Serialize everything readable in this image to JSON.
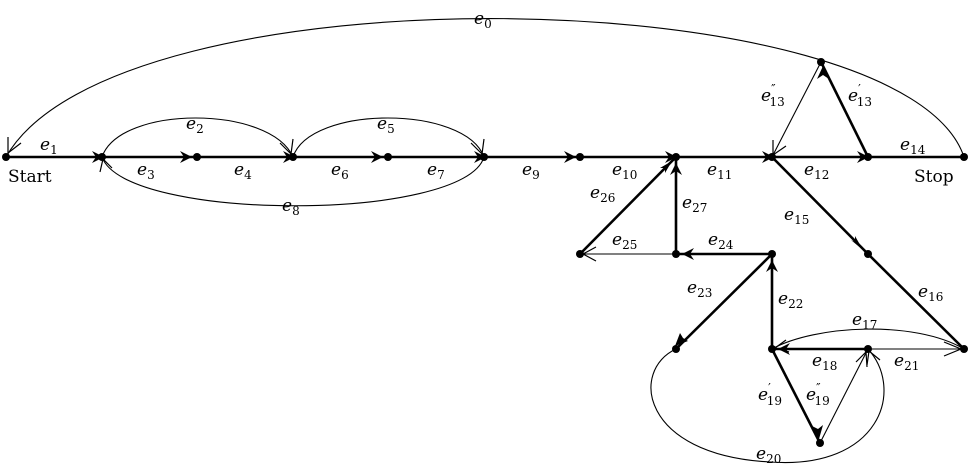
{
  "nodes": {
    "start": "Start",
    "stop": "Stop"
  },
  "edges": {
    "e0": {
      "base": "e",
      "sub": "0",
      "prime": ""
    },
    "e1": {
      "base": "e",
      "sub": "1",
      "prime": ""
    },
    "e2": {
      "base": "e",
      "sub": "2",
      "prime": ""
    },
    "e3": {
      "base": "e",
      "sub": "3",
      "prime": ""
    },
    "e4": {
      "base": "e",
      "sub": "4",
      "prime": ""
    },
    "e5": {
      "base": "e",
      "sub": "5",
      "prime": ""
    },
    "e6": {
      "base": "e",
      "sub": "6",
      "prime": ""
    },
    "e7": {
      "base": "e",
      "sub": "7",
      "prime": ""
    },
    "e8": {
      "base": "e",
      "sub": "8",
      "prime": ""
    },
    "e9": {
      "base": "e",
      "sub": "9",
      "prime": ""
    },
    "e10": {
      "base": "e",
      "sub": "10",
      "prime": ""
    },
    "e11": {
      "base": "e",
      "sub": "11",
      "prime": ""
    },
    "e12": {
      "base": "e",
      "sub": "12",
      "prime": ""
    },
    "e13pp": {
      "base": "e",
      "sub": "13",
      "prime": "″"
    },
    "e13p": {
      "base": "e",
      "sub": "13",
      "prime": "′"
    },
    "e14": {
      "base": "e",
      "sub": "14",
      "prime": ""
    },
    "e15": {
      "base": "e",
      "sub": "15",
      "prime": ""
    },
    "e16": {
      "base": "e",
      "sub": "16",
      "prime": ""
    },
    "e17": {
      "base": "e",
      "sub": "17",
      "prime": ""
    },
    "e18": {
      "base": "e",
      "sub": "18",
      "prime": ""
    },
    "e19p": {
      "base": "e",
      "sub": "19",
      "prime": "′"
    },
    "e19pp": {
      "base": "e",
      "sub": "19",
      "prime": "″"
    },
    "e20": {
      "base": "e",
      "sub": "20",
      "prime": ""
    },
    "e21": {
      "base": "e",
      "sub": "21",
      "prime": ""
    },
    "e22": {
      "base": "e",
      "sub": "22",
      "prime": ""
    },
    "e23": {
      "base": "e",
      "sub": "23",
      "prime": ""
    },
    "e24": {
      "base": "e",
      "sub": "24",
      "prime": ""
    },
    "e25": {
      "base": "e",
      "sub": "25",
      "prime": ""
    },
    "e26": {
      "base": "e",
      "sub": "26",
      "prime": ""
    },
    "e27": {
      "base": "e",
      "sub": "27",
      "prime": ""
    }
  }
}
